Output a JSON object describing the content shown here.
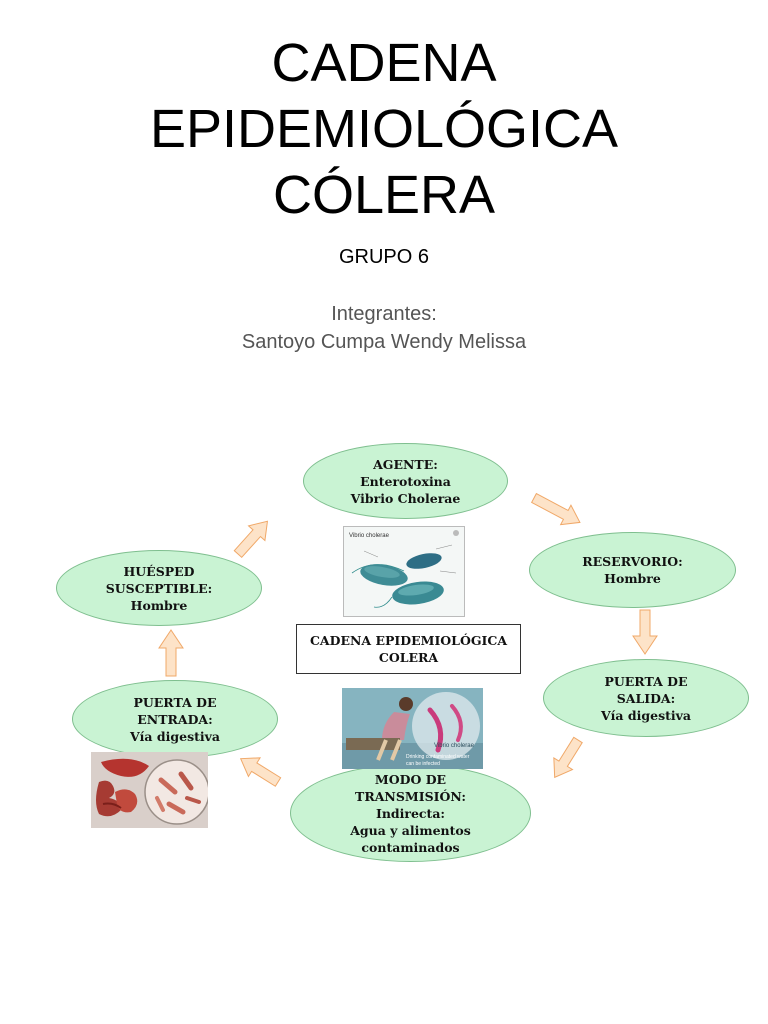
{
  "title": {
    "line1": "CADENA",
    "line2": "EPIDEMIOLÓGICA",
    "line3": "CÓLERA"
  },
  "group": "GRUPO 6",
  "members": {
    "label": "Integrantes:",
    "name": "Santoyo Cumpa Wendy Melissa"
  },
  "diagram": {
    "center": {
      "line1": "CADENA EPIDEMIOLÓGICA",
      "line2": "COLERA"
    },
    "agente": {
      "l1": "AGENTE:",
      "l2": "Enterotoxina",
      "l3": "Vibrio Cholerae"
    },
    "reservorio": {
      "l1": "RESERVORIO:",
      "l2": "Hombre"
    },
    "salida": {
      "l1": "PUERTA DE",
      "l2": "SALIDA:",
      "l3": "Vía digestiva"
    },
    "modo": {
      "l1": "MODO DE",
      "l2": "TRANSMISIÓN:",
      "l3": "Indirecta:",
      "l4": "Agua y alimentos",
      "l5": "contaminados"
    },
    "entrada": {
      "l1": "PUERTA DE",
      "l2": "ENTRADA:",
      "l3": "Vía digestiva"
    },
    "huesped": {
      "l1": "HUÉSPED",
      "l2": "SUSCEPTIBLE:",
      "l3": "Hombre"
    },
    "images": {
      "vibrio_label": "Vibrio cholerae",
      "photo_label": "Vibrio cholerae",
      "photo_caption1": "Drinking contaminated water",
      "photo_caption2": "can be infected"
    }
  },
  "colors": {
    "node_fill": "#c9f3d3",
    "node_border": "#7fbf8f",
    "arrow_fill": "#fde3c8",
    "arrow_stroke": "#f0a868"
  }
}
